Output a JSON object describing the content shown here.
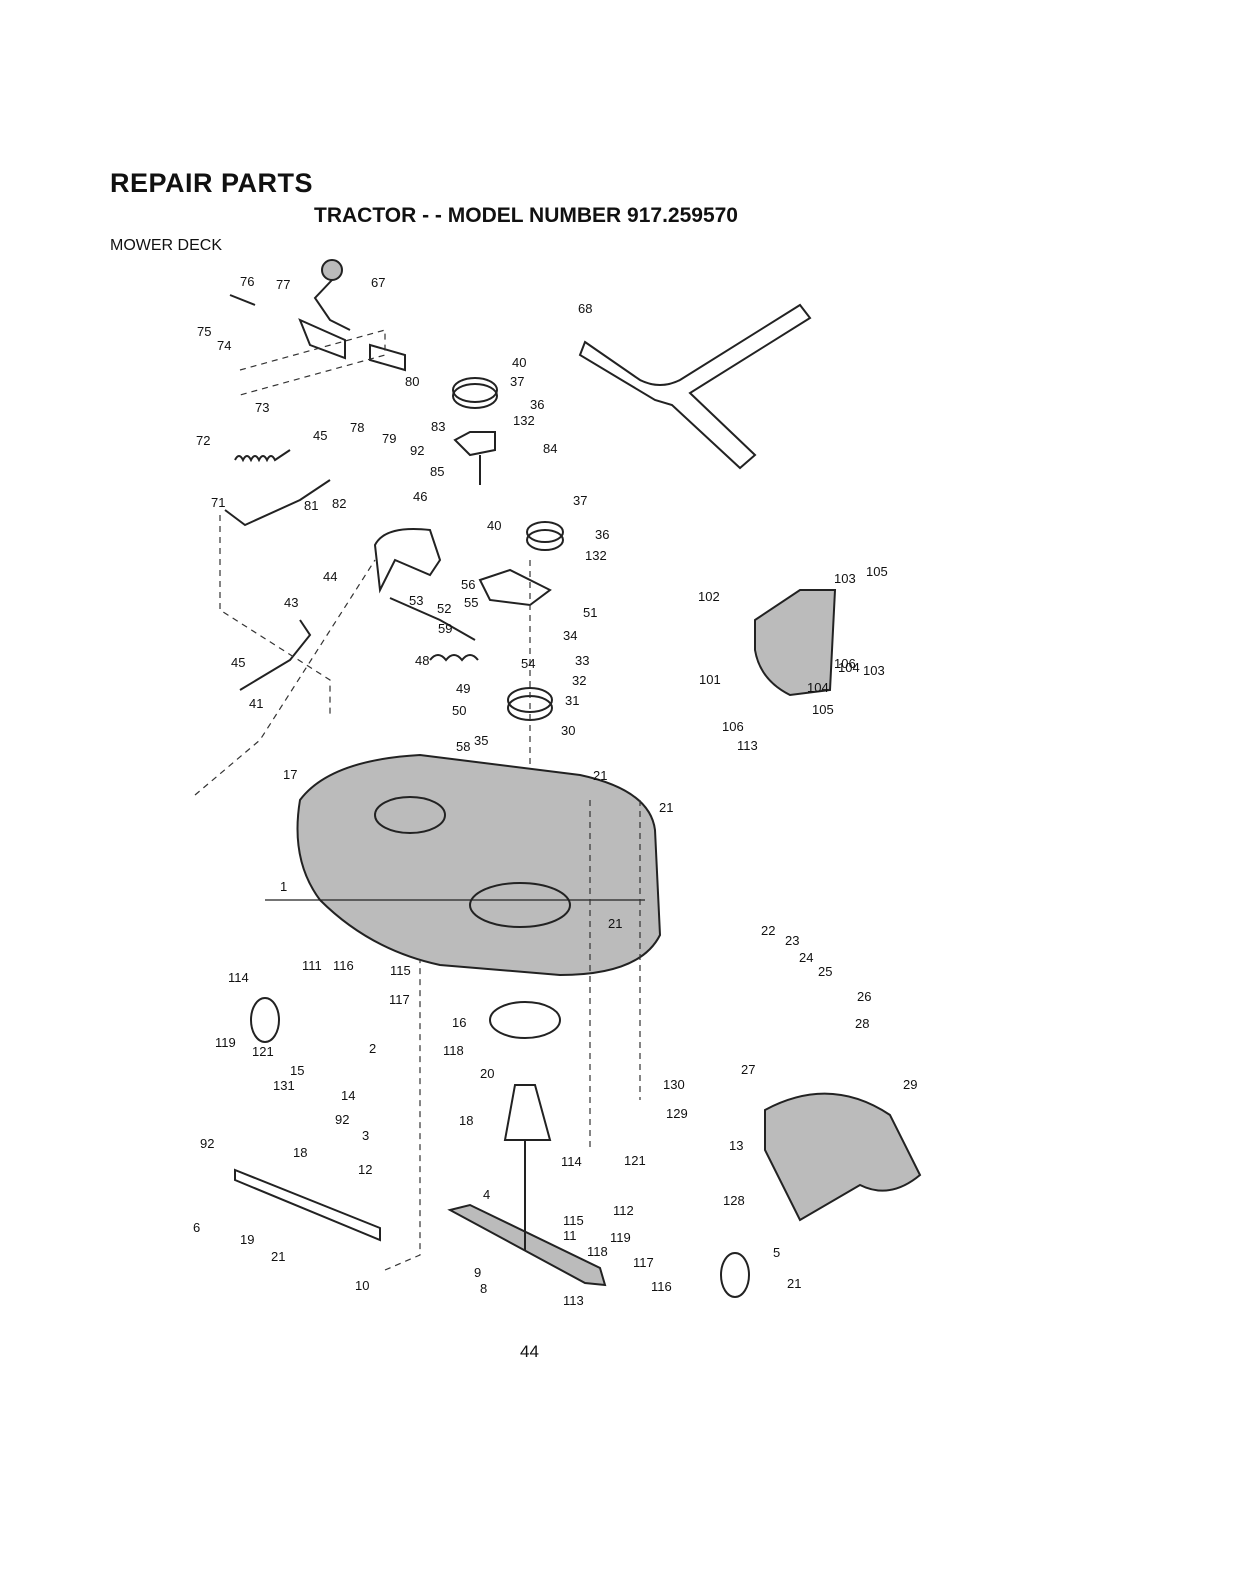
{
  "header": {
    "title": "REPAIR PARTS",
    "subtitle": "TRACTOR - - MODEL NUMBER 917.259570",
    "section": "MOWER DECK"
  },
  "page_number": "44",
  "callouts": [
    "76",
    "77",
    "67",
    "75",
    "74",
    "73",
    "80",
    "40",
    "37",
    "36",
    "83",
    "132",
    "84",
    "78",
    "79",
    "92",
    "72",
    "45",
    "82",
    "81",
    "85",
    "71",
    "46",
    "37",
    "40",
    "36",
    "132",
    "68",
    "44",
    "56",
    "55",
    "53",
    "52",
    "51",
    "59",
    "34",
    "43",
    "48",
    "54",
    "33",
    "45",
    "32",
    "41",
    "49",
    "50",
    "31",
    "58",
    "35",
    "30",
    "21",
    "17",
    "21",
    "1",
    "21",
    "102",
    "103",
    "105",
    "101",
    "104",
    "106",
    "103",
    "104",
    "105",
    "106",
    "113",
    "111",
    "116",
    "114",
    "115",
    "117",
    "119",
    "121",
    "2",
    "16",
    "118",
    "15",
    "20",
    "130",
    "131",
    "14",
    "18",
    "129",
    "92",
    "92",
    "3",
    "18",
    "114",
    "121",
    "13",
    "4",
    "12",
    "115",
    "112",
    "128",
    "11",
    "118",
    "119",
    "117",
    "5",
    "6",
    "19",
    "21",
    "10",
    "9",
    "8",
    "113",
    "116",
    "21",
    "22",
    "23",
    "24",
    "25",
    "26",
    "28",
    "27",
    "29"
  ]
}
